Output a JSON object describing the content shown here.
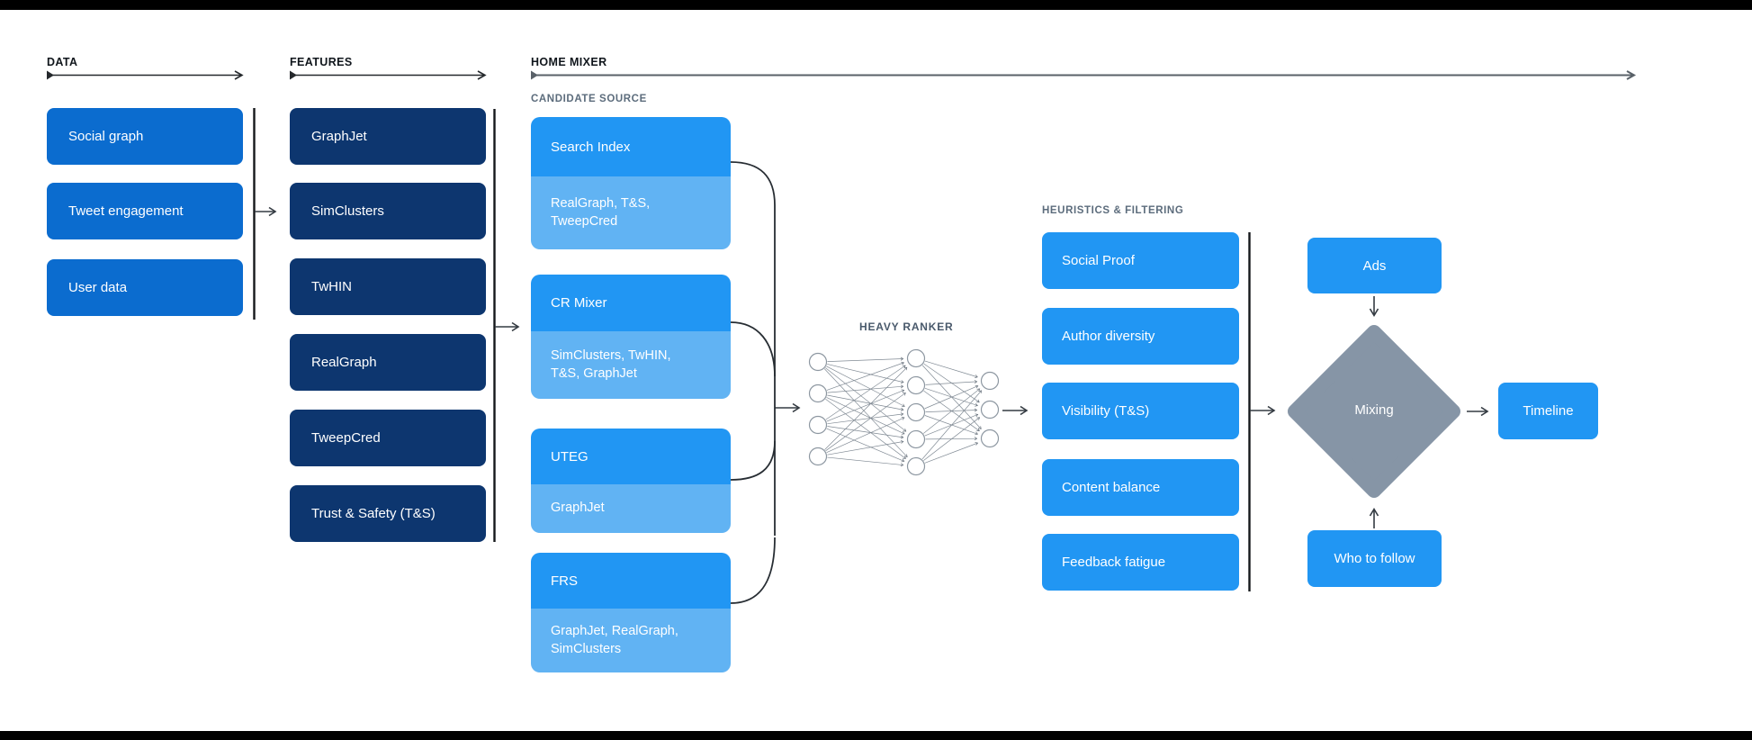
{
  "sections": {
    "data": {
      "label": "DATA",
      "items": [
        {
          "label": "Social graph"
        },
        {
          "label": "Tweet engagement"
        },
        {
          "label": "User data"
        }
      ]
    },
    "features": {
      "label": "FEATURES",
      "items": [
        {
          "label": "GraphJet"
        },
        {
          "label": "SimClusters"
        },
        {
          "label": "TwHIN"
        },
        {
          "label": "RealGraph"
        },
        {
          "label": "TweepCred"
        },
        {
          "label": "Trust & Safety (T&S)"
        }
      ]
    },
    "home_mixer": {
      "label": "HOME MIXER",
      "candidate_source": {
        "label": "CANDIDATE SOURCE",
        "items": [
          {
            "title": "Search Index",
            "subtitle_lines": [
              "RealGraph, T&S,",
              "TweepCred"
            ]
          },
          {
            "title": "CR Mixer",
            "subtitle_lines": [
              "SimClusters, TwHIN,",
              "T&S, GraphJet"
            ]
          },
          {
            "title": "UTEG",
            "subtitle_lines": [
              "GraphJet"
            ]
          },
          {
            "title": "FRS",
            "subtitle_lines": [
              "GraphJet, RealGraph,",
              "SimClusters"
            ]
          }
        ]
      },
      "heavy_ranker": {
        "label": "HEAVY RANKER"
      },
      "heuristics": {
        "label": "HEURISTICS & FILTERING",
        "items": [
          {
            "label": "Social Proof"
          },
          {
            "label": "Author diversity"
          },
          {
            "label": "Visibility (T&S)"
          },
          {
            "label": "Content balance"
          },
          {
            "label": "Feedback fatigue"
          }
        ]
      },
      "mixing": {
        "ads": "Ads",
        "diamond": "Mixing",
        "who_to_follow": "Who to follow",
        "timeline": "Timeline"
      }
    }
  },
  "colors": {
    "background": "#ffffff",
    "letterbox": "#000000",
    "data_box_blue": "#0b6ccf",
    "features_box_navy": "#0d366f",
    "bright_blue": "#2196f3",
    "light_blue": "#61b3f3",
    "diamond_gray": "#8695a6",
    "box_text": "#ffffff",
    "header_text": "#10161c",
    "sublabel_text": "#5c6c7c",
    "heavy_ranker_text": "#49596b",
    "line_dark": "#24282c",
    "line_gray": "#596168"
  }
}
